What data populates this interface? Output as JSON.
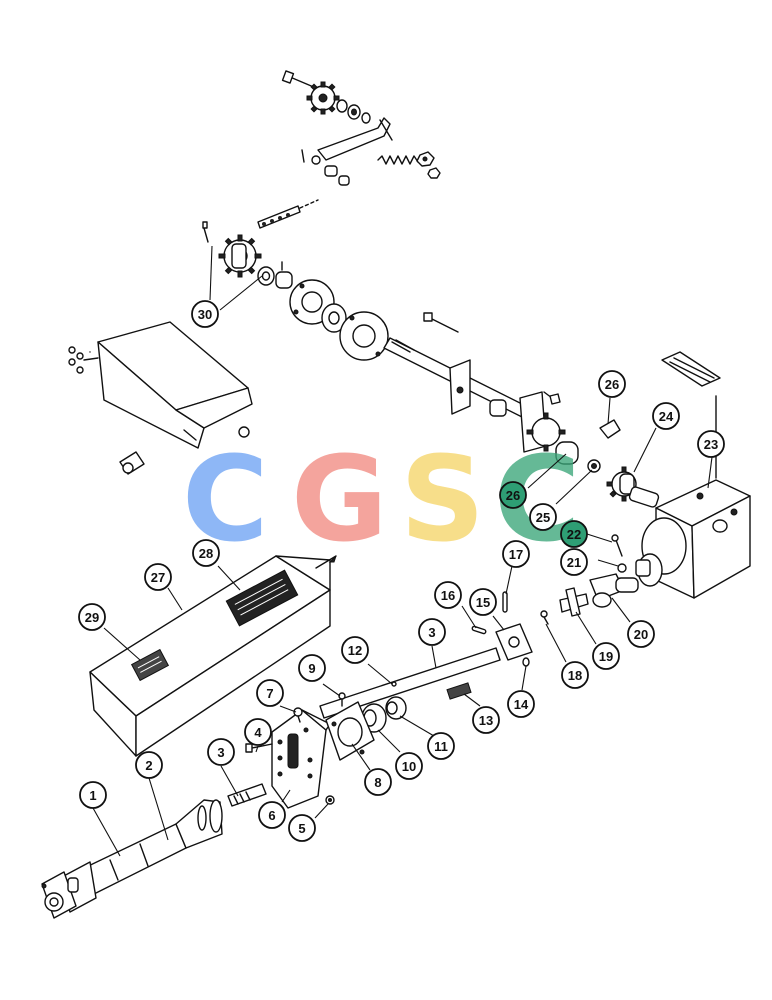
{
  "watermark": {
    "letters": [
      {
        "char": "C",
        "color": "#6fa4f4"
      },
      {
        "char": "G",
        "color": "#f28b82"
      },
      {
        "char": "S",
        "color": "#f6d56a"
      },
      {
        "char": "C",
        "color": "#3aa679"
      }
    ]
  },
  "callouts": [
    {
      "label": "1"
    },
    {
      "label": "2"
    },
    {
      "label": "3"
    },
    {
      "label": "4"
    },
    {
      "label": "3"
    },
    {
      "label": "5"
    },
    {
      "label": "6"
    },
    {
      "label": "7"
    },
    {
      "label": "8"
    },
    {
      "label": "9"
    },
    {
      "label": "10"
    },
    {
      "label": "11"
    },
    {
      "label": "12"
    },
    {
      "label": "13"
    },
    {
      "label": "14"
    },
    {
      "label": "15"
    },
    {
      "label": "16"
    },
    {
      "label": "17"
    },
    {
      "label": "18"
    },
    {
      "label": "19"
    },
    {
      "label": "20"
    },
    {
      "label": "21"
    },
    {
      "label": "22",
      "highlighted": true
    },
    {
      "label": "23"
    },
    {
      "label": "24"
    },
    {
      "label": "25"
    },
    {
      "label": "26",
      "highlighted": true
    },
    {
      "label": "26"
    },
    {
      "label": "27"
    },
    {
      "label": "28"
    },
    {
      "label": "29"
    },
    {
      "label": "30"
    }
  ]
}
